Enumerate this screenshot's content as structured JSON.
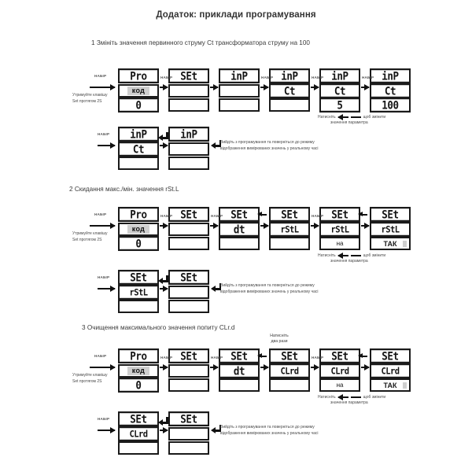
{
  "doc": {
    "title": "Додаток: приклади програмування"
  },
  "labels": {
    "set": "НАБІР",
    "hold_set": "Утримуйте клавішу\nSet протягом 2S",
    "hold_set_l1": "Утримуйте клавішу",
    "hold_set_l2": "Set протягом 2S",
    "press": "Натисніть",
    "change_param_l1": "щоб змінити",
    "change_param_l2": "значення параметра",
    "exit_l1": "Вийдіть з програмування та поверніться до режиму",
    "exit_l2": "відображення вимірюваних значень у реальному часі",
    "press_twice_l1": "Натисніть",
    "press_twice_l2": "два рази",
    "code": "код"
  },
  "sections": [
    {
      "heading": "1 Змініть значення первинного струму Ct трансформатора струму на 100",
      "row1": [
        {
          "cells": [
            "Pro",
            "код",
            "0"
          ],
          "kinds": [
            "seg",
            "code",
            "seg"
          ]
        },
        {
          "cells": [
            "SEt",
            "",
            ""
          ],
          "kinds": [
            "seg",
            "empty",
            "empty"
          ]
        },
        {
          "cells": [
            "inP",
            "",
            ""
          ],
          "kinds": [
            "seg",
            "empty",
            "empty"
          ]
        },
        {
          "cells": [
            "inP",
            "Ct",
            ""
          ],
          "kinds": [
            "seg",
            "seg",
            "empty"
          ]
        },
        {
          "cells": [
            "inP",
            "Ct",
            "5"
          ],
          "kinds": [
            "seg",
            "seg",
            "seg"
          ]
        },
        {
          "cells": [
            "inP",
            "Ct",
            "100"
          ],
          "kinds": [
            "seg",
            "seg",
            "seg"
          ]
        }
      ],
      "row2": [
        {
          "cells": [
            "inP",
            "Ct",
            ""
          ],
          "kinds": [
            "seg",
            "seg",
            "empty"
          ]
        },
        {
          "cells": [
            "inP",
            "",
            ""
          ],
          "kinds": [
            "seg",
            "empty",
            "empty"
          ]
        }
      ]
    },
    {
      "heading": "2 Скидання макс./мін. значення rSt.L",
      "row1": [
        {
          "cells": [
            "Pro",
            "код",
            "0"
          ],
          "kinds": [
            "seg",
            "code",
            "seg"
          ]
        },
        {
          "cells": [
            "SEt",
            "",
            ""
          ],
          "kinds": [
            "seg",
            "empty",
            "empty"
          ]
        },
        {
          "cells": [
            "SEt",
            "dt",
            ""
          ],
          "kinds": [
            "seg",
            "seg",
            "empty"
          ]
        },
        {
          "cells": [
            "SEt",
            "rStL",
            ""
          ],
          "kinds": [
            "seg",
            "seg",
            "empty"
          ]
        },
        {
          "cells": [
            "SEt",
            "rStL",
            "на"
          ],
          "kinds": [
            "seg",
            "seg",
            "cyr"
          ]
        },
        {
          "cells": [
            "SEt",
            "rStL",
            "ТАК"
          ],
          "kinds": [
            "seg",
            "seg",
            "cyr"
          ]
        }
      ],
      "row2": [
        {
          "cells": [
            "SEt",
            "rStL",
            ""
          ],
          "kinds": [
            "seg",
            "seg",
            "empty"
          ]
        },
        {
          "cells": [
            "SEt",
            "",
            ""
          ],
          "kinds": [
            "seg",
            "empty",
            "empty"
          ]
        }
      ]
    },
    {
      "heading": "3 Очищення максимального значення попиту CLr.d",
      "row1": [
        {
          "cells": [
            "Pro",
            "код",
            "0"
          ],
          "kinds": [
            "seg",
            "code",
            "seg"
          ]
        },
        {
          "cells": [
            "SEt",
            "",
            ""
          ],
          "kinds": [
            "seg",
            "empty",
            "empty"
          ]
        },
        {
          "cells": [
            "SEt",
            "dt",
            ""
          ],
          "kinds": [
            "seg",
            "seg",
            "empty"
          ]
        },
        {
          "cells": [
            "SEt",
            "CLrd",
            ""
          ],
          "kinds": [
            "seg",
            "seg",
            "empty"
          ]
        },
        {
          "cells": [
            "SEt",
            "CLrd",
            "на"
          ],
          "kinds": [
            "seg",
            "seg",
            "cyr"
          ]
        },
        {
          "cells": [
            "SEt",
            "CLrd",
            "ТАК"
          ],
          "kinds": [
            "seg",
            "seg",
            "cyr"
          ]
        }
      ],
      "row2": [
        {
          "cells": [
            "SEt",
            "CLrd",
            ""
          ],
          "kinds": [
            "seg",
            "seg",
            "empty"
          ]
        },
        {
          "cells": [
            "SEt",
            "",
            ""
          ],
          "kinds": [
            "seg",
            "empty",
            "empty"
          ]
        }
      ]
    }
  ]
}
